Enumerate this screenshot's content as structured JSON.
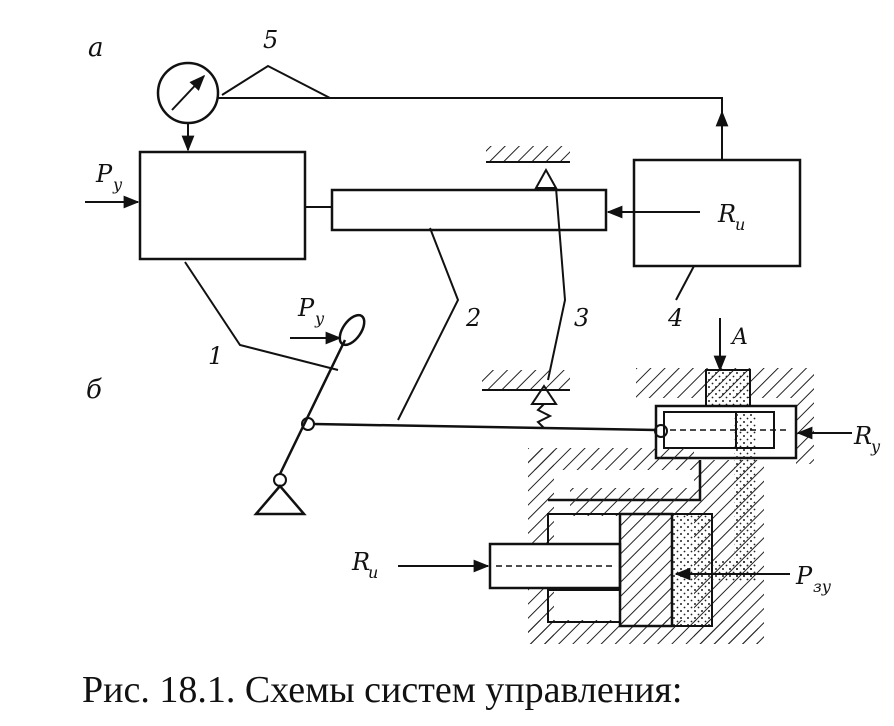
{
  "figure": {
    "labels": {
      "part_a": "а",
      "part_b": "б",
      "n1": "1",
      "n2": "2",
      "n3": "3",
      "n4": "4",
      "n5": "5",
      "py_top": "P",
      "py_top_sub": "y",
      "py_bottom": "P",
      "py_bottom_sub": "y",
      "ru_top": "R",
      "ru_top_sub": "и",
      "ru_bottom": "R",
      "ru_bottom_sub": "и",
      "ry": "R",
      "ry_sub": "y",
      "pzy": "P",
      "pzy_sub": "зу",
      "a_arrow": "A"
    },
    "caption": "Рис. 18.1. Схемы систем управления:"
  }
}
